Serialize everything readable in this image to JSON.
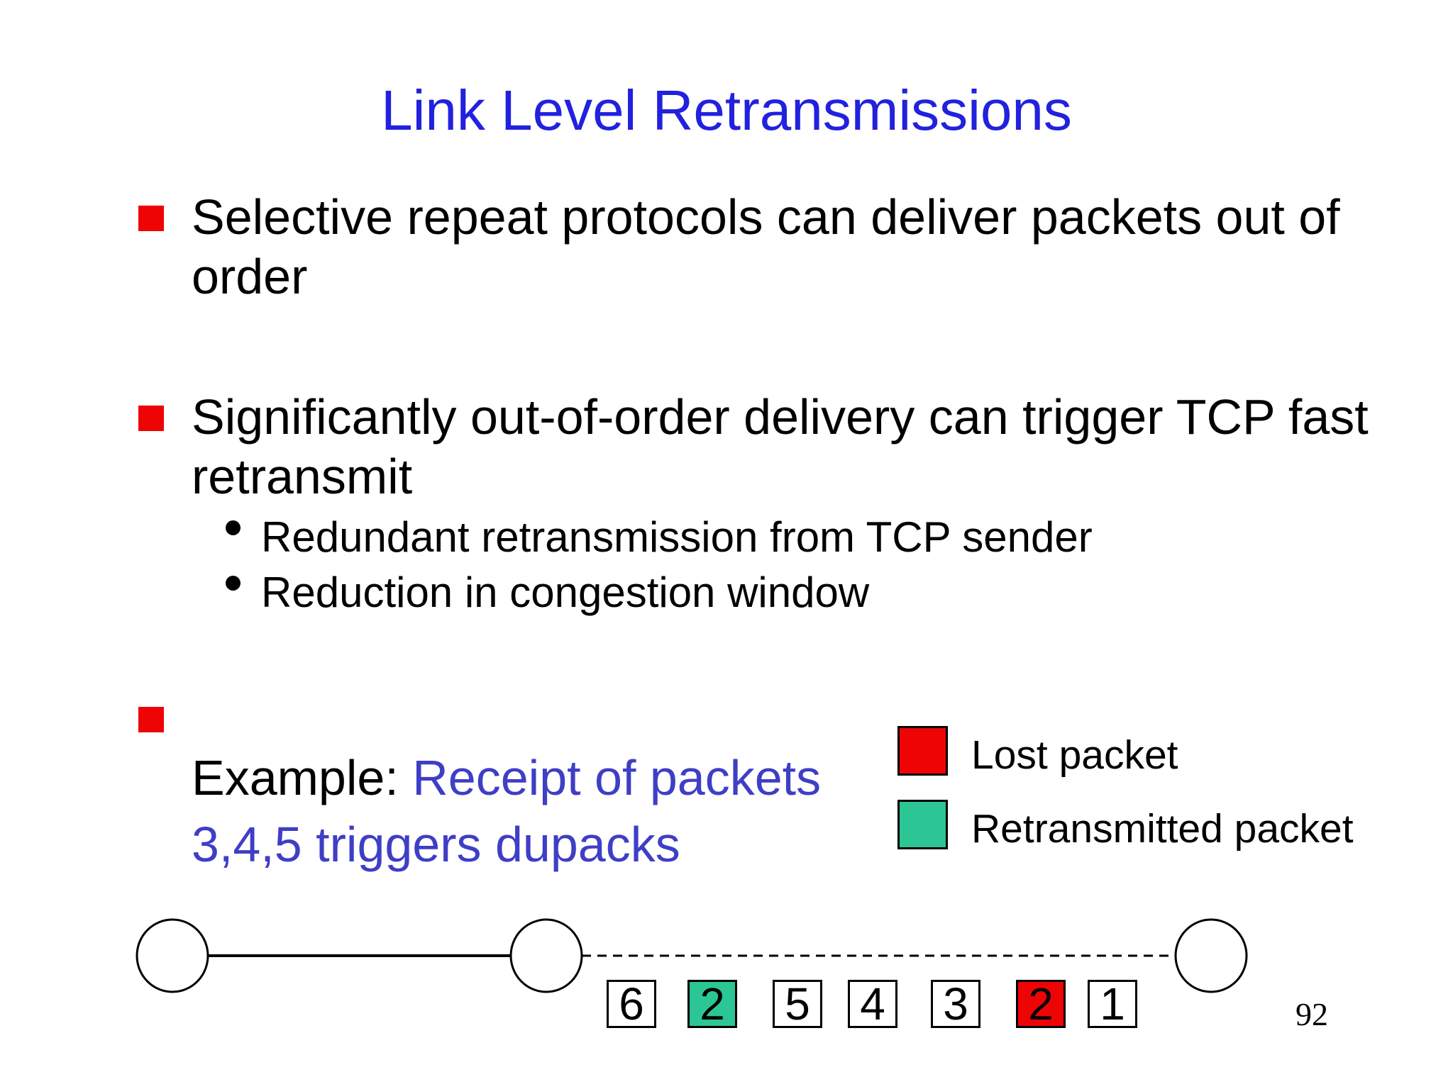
{
  "slide": {
    "title": "Link Level Retransmissions",
    "page_number": "92"
  },
  "bullets": [
    {
      "text": "Selective repeat protocols can deliver packets out of\norder"
    },
    {
      "text": "Significantly out-of-order delivery can trigger TCP fast\nretransmit",
      "sub_bullets": [
        "Redundant retransmission from TCP sender",
        "Reduction in congestion window"
      ]
    },
    {
      "prefix": "Example: ",
      "highlight_line1": "Receipt of packets",
      "highlight_line2": "3,4,5 triggers dupacks"
    }
  ],
  "legend": {
    "items": [
      {
        "type": "lost",
        "label": "Lost packet"
      },
      {
        "type": "retransmitted",
        "label": "Retransmitted packet"
      }
    ]
  },
  "diagram": {
    "packets": [
      {
        "label": "6",
        "type": "normal"
      },
      {
        "label": "2",
        "type": "retransmitted"
      },
      {
        "label": "5",
        "type": "normal"
      },
      {
        "label": "4",
        "type": "normal"
      },
      {
        "label": "3",
        "type": "normal"
      },
      {
        "label": "2",
        "type": "lost"
      },
      {
        "label": "1",
        "type": "normal"
      }
    ]
  },
  "colors": {
    "title_blue": "#2121de",
    "body_blue": "#3e3ec6",
    "bullet_red": "#ee0404",
    "lost": "#ee0404",
    "retransmitted": "#2bc693",
    "normal": "#ffffff"
  }
}
